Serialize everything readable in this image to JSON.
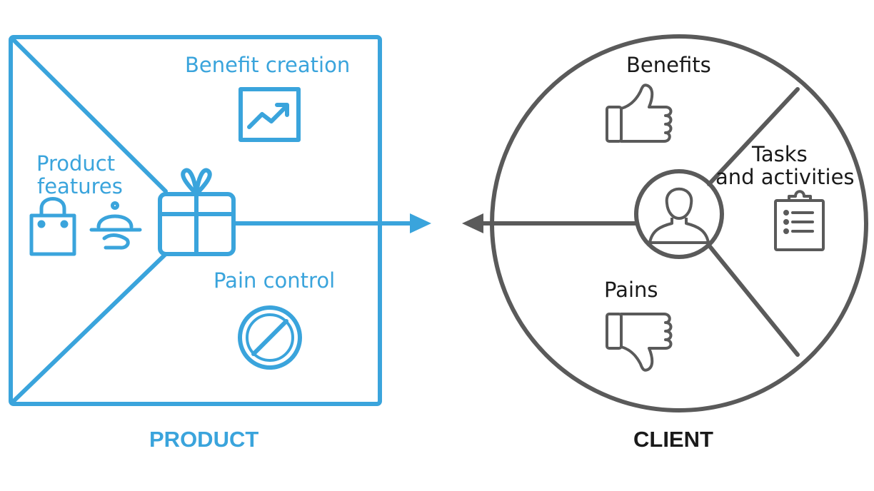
{
  "colors": {
    "product": "#3aa4dc",
    "client": "#5a5a5a",
    "text_dark": "#1a1a1a"
  },
  "product": {
    "title": "PRODUCT",
    "benefit_creation": "Benefit creation",
    "product_features_line1": "Product",
    "product_features_line2": "features",
    "pain_control": "Pain control",
    "icons": [
      "chart-trend-icon",
      "shopping-bag-icon",
      "serving-cloche-icon",
      "gift-icon",
      "forbidden-icon"
    ]
  },
  "client": {
    "title": "CLIENT",
    "benefits": "Benefits",
    "tasks_line1": "Tasks",
    "tasks_line2": "and activities",
    "pains": "Pains",
    "icons": [
      "thumbs-up-icon",
      "thumbs-down-icon",
      "clipboard-list-icon",
      "user-icon"
    ]
  }
}
